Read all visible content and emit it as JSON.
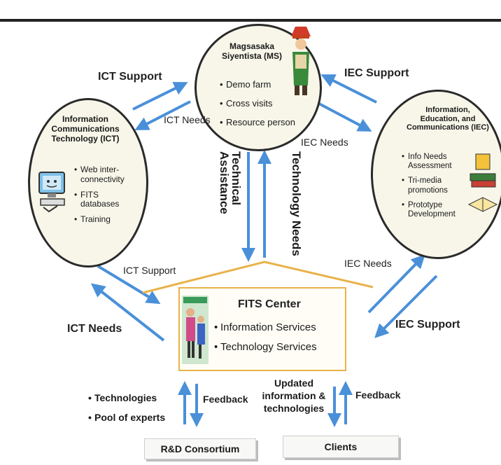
{
  "ms": {
    "title_line1": "Magsasaka",
    "title_line2": "Siyentista (MS)",
    "items": [
      "Demo farm",
      "Cross visits",
      "Resource person"
    ]
  },
  "ict": {
    "title_line1": "Information",
    "title_line2": "Communications",
    "title_line3": "Technology (ICT)",
    "items": [
      "Web inter-connectivity",
      "FITS databases",
      "Training"
    ]
  },
  "iec": {
    "title_line1": "Information,",
    "title_line2": "Education, and",
    "title_line3": "Communications (IEC)",
    "items": [
      "Info Needs Assessment",
      "Tri-media promotions",
      "Prototype Development"
    ]
  },
  "fits": {
    "title": "FITS Center",
    "items": [
      "Information Services",
      "Technology Services"
    ]
  },
  "flows": {
    "ict_support_top": "ICT Support",
    "ict_needs_top": "ICT Needs",
    "iec_support_top": "IEC Support",
    "iec_needs_top": "IEC Needs",
    "technical_assistance": "Technical Assistance",
    "technology_needs": "Technology Needs",
    "ict_support_low": "ICT Support",
    "ict_needs_low": "ICT Needs",
    "iec_needs_low": "IEC Needs",
    "iec_support_low": "IEC Support",
    "feedback_left": "Feedback",
    "feedback_right": "Feedback"
  },
  "bottom": {
    "left_items": [
      "Technologies",
      "Pool of experts"
    ],
    "updated_line1": "Updated",
    "updated_line2": "information &",
    "updated_line3": "technologies",
    "rd_label": "R&D Consortium",
    "clients_label": "Clients"
  },
  "colors": {
    "arrow": "#4a90d9",
    "roof": "#e9b24a",
    "circle_fill": "#f7f6e9"
  }
}
